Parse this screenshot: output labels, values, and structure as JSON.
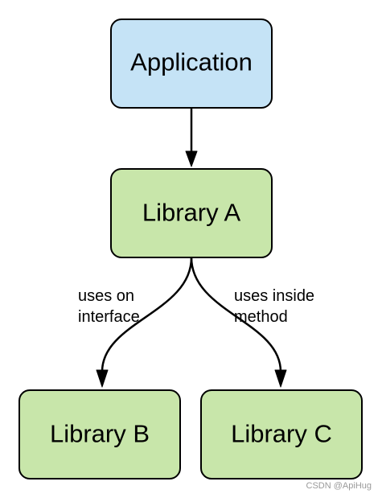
{
  "nodes": {
    "application": {
      "label": "Application",
      "fill": "#c5e3f6"
    },
    "library_a": {
      "label": "Library A",
      "fill": "#c8e6aa"
    },
    "library_b": {
      "label": "Library B",
      "fill": "#c8e6aa"
    },
    "library_c": {
      "label": "Library C",
      "fill": "#c8e6aa"
    }
  },
  "edges": {
    "a_to_b": {
      "label_line1": "uses on",
      "label_line2": "interface"
    },
    "a_to_c": {
      "label_line1": "uses inside",
      "label_line2": "method"
    }
  },
  "watermark": "CSDN @ApiHug"
}
